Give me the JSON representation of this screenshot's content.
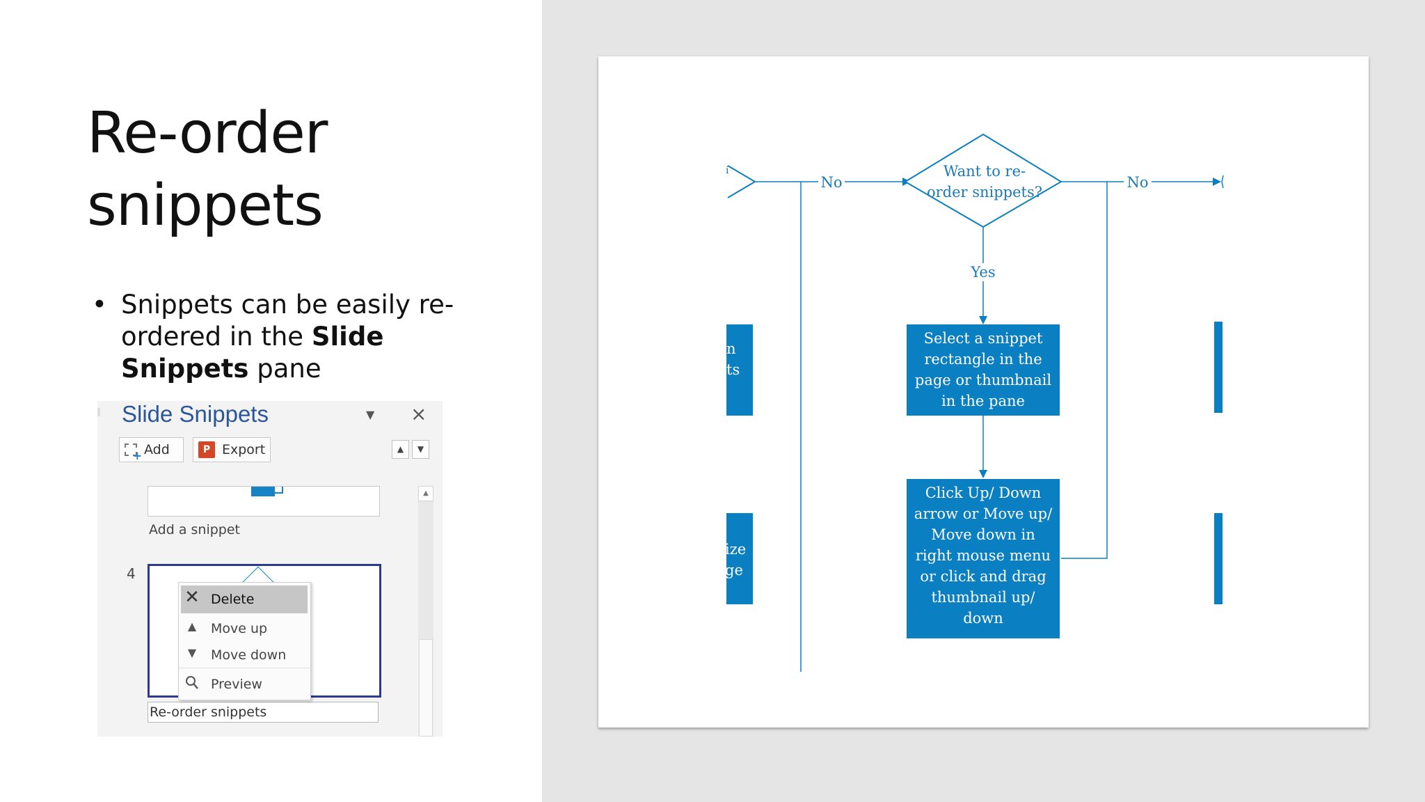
{
  "slide": {
    "title_line1": "Re-order",
    "title_line2": "snippets",
    "bullet_marker": "•",
    "bullet_pre": "Snippets can be easily re-ordered in the ",
    "bullet_bold": "Slide Snippets",
    "bullet_post": " pane"
  },
  "pane": {
    "title": "Slide Snippets",
    "dropdown_glyph": "▼",
    "close_glyph": "×",
    "add_label": "Add",
    "export_label": "Export",
    "export_icon_letter": "P",
    "up_glyph": "▲",
    "down_glyph": "▼",
    "snippet1_caption": "Add a snippet",
    "snippet4_number": "4",
    "snippet4_caption": "Re-order snippets",
    "context_menu": {
      "delete": "Delete",
      "move_up": "Move up",
      "move_down": "Move down",
      "preview": "Preview"
    }
  },
  "diagram": {
    "decision_line1": "Want to re-",
    "decision_line2": "order snippets?",
    "no_left": "No",
    "no_right": "No",
    "yes": "Yes",
    "box1": [
      "Select a snippet",
      "rectangle in the",
      "page or thumbnail",
      "in the pane"
    ],
    "box2": [
      "Click Up/ Down",
      "arrow or Move up/",
      "Move down in",
      "right mouse menu",
      "or click and drag",
      "thumbnail up/",
      "down"
    ],
    "left_partial_top": [
      "n",
      "ts"
    ],
    "left_partial_bottom": [
      "ize",
      "ge"
    ],
    "left_partial_arrow": "i",
    "accent_color": "#0a7fc1"
  }
}
